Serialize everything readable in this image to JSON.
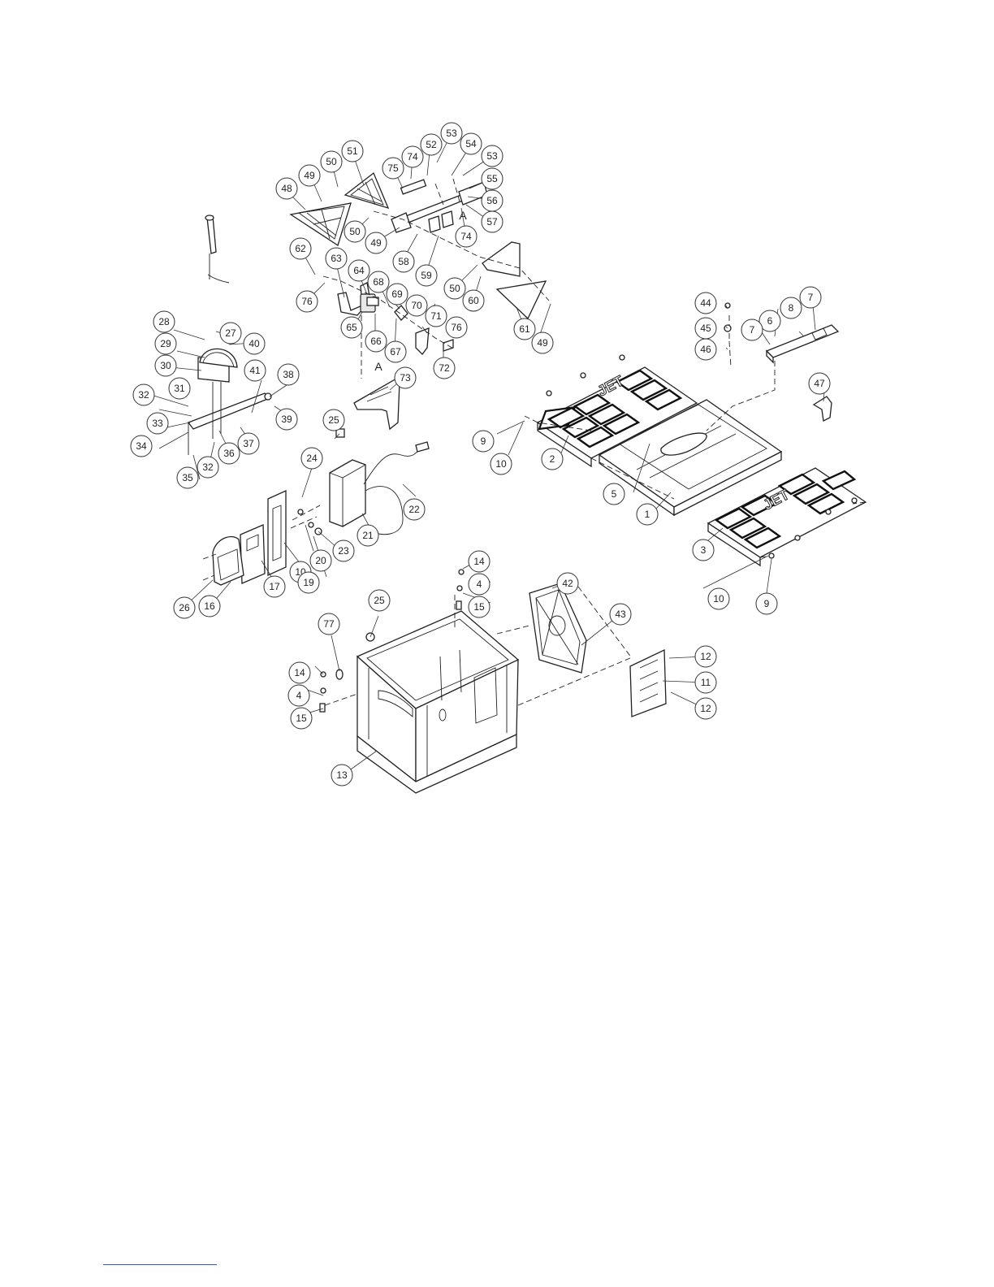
{
  "labels": [
    "1",
    "2",
    "3",
    "4",
    "5",
    "6",
    "7",
    "8",
    "9",
    "10",
    "11",
    "12",
    "13",
    "14",
    "15",
    "16",
    "17",
    "19",
    "20",
    "21",
    "22",
    "23",
    "24",
    "25",
    "26",
    "27",
    "28",
    "29",
    "30",
    "31",
    "32",
    "33",
    "34",
    "35",
    "36",
    "37",
    "38",
    "39",
    "40",
    "41",
    "42",
    "43",
    "44",
    "45",
    "46",
    "47",
    "48",
    "49",
    "50",
    "51",
    "52",
    "53",
    "54",
    "55",
    "56",
    "57",
    "58",
    "59",
    "60",
    "61",
    "62",
    "63",
    "64",
    "65",
    "66",
    "67",
    "68",
    "69",
    "70",
    "71",
    "72",
    "73",
    "74",
    "75",
    "76",
    "77"
  ],
  "letters": [
    "A"
  ],
  "logo": "JET"
}
